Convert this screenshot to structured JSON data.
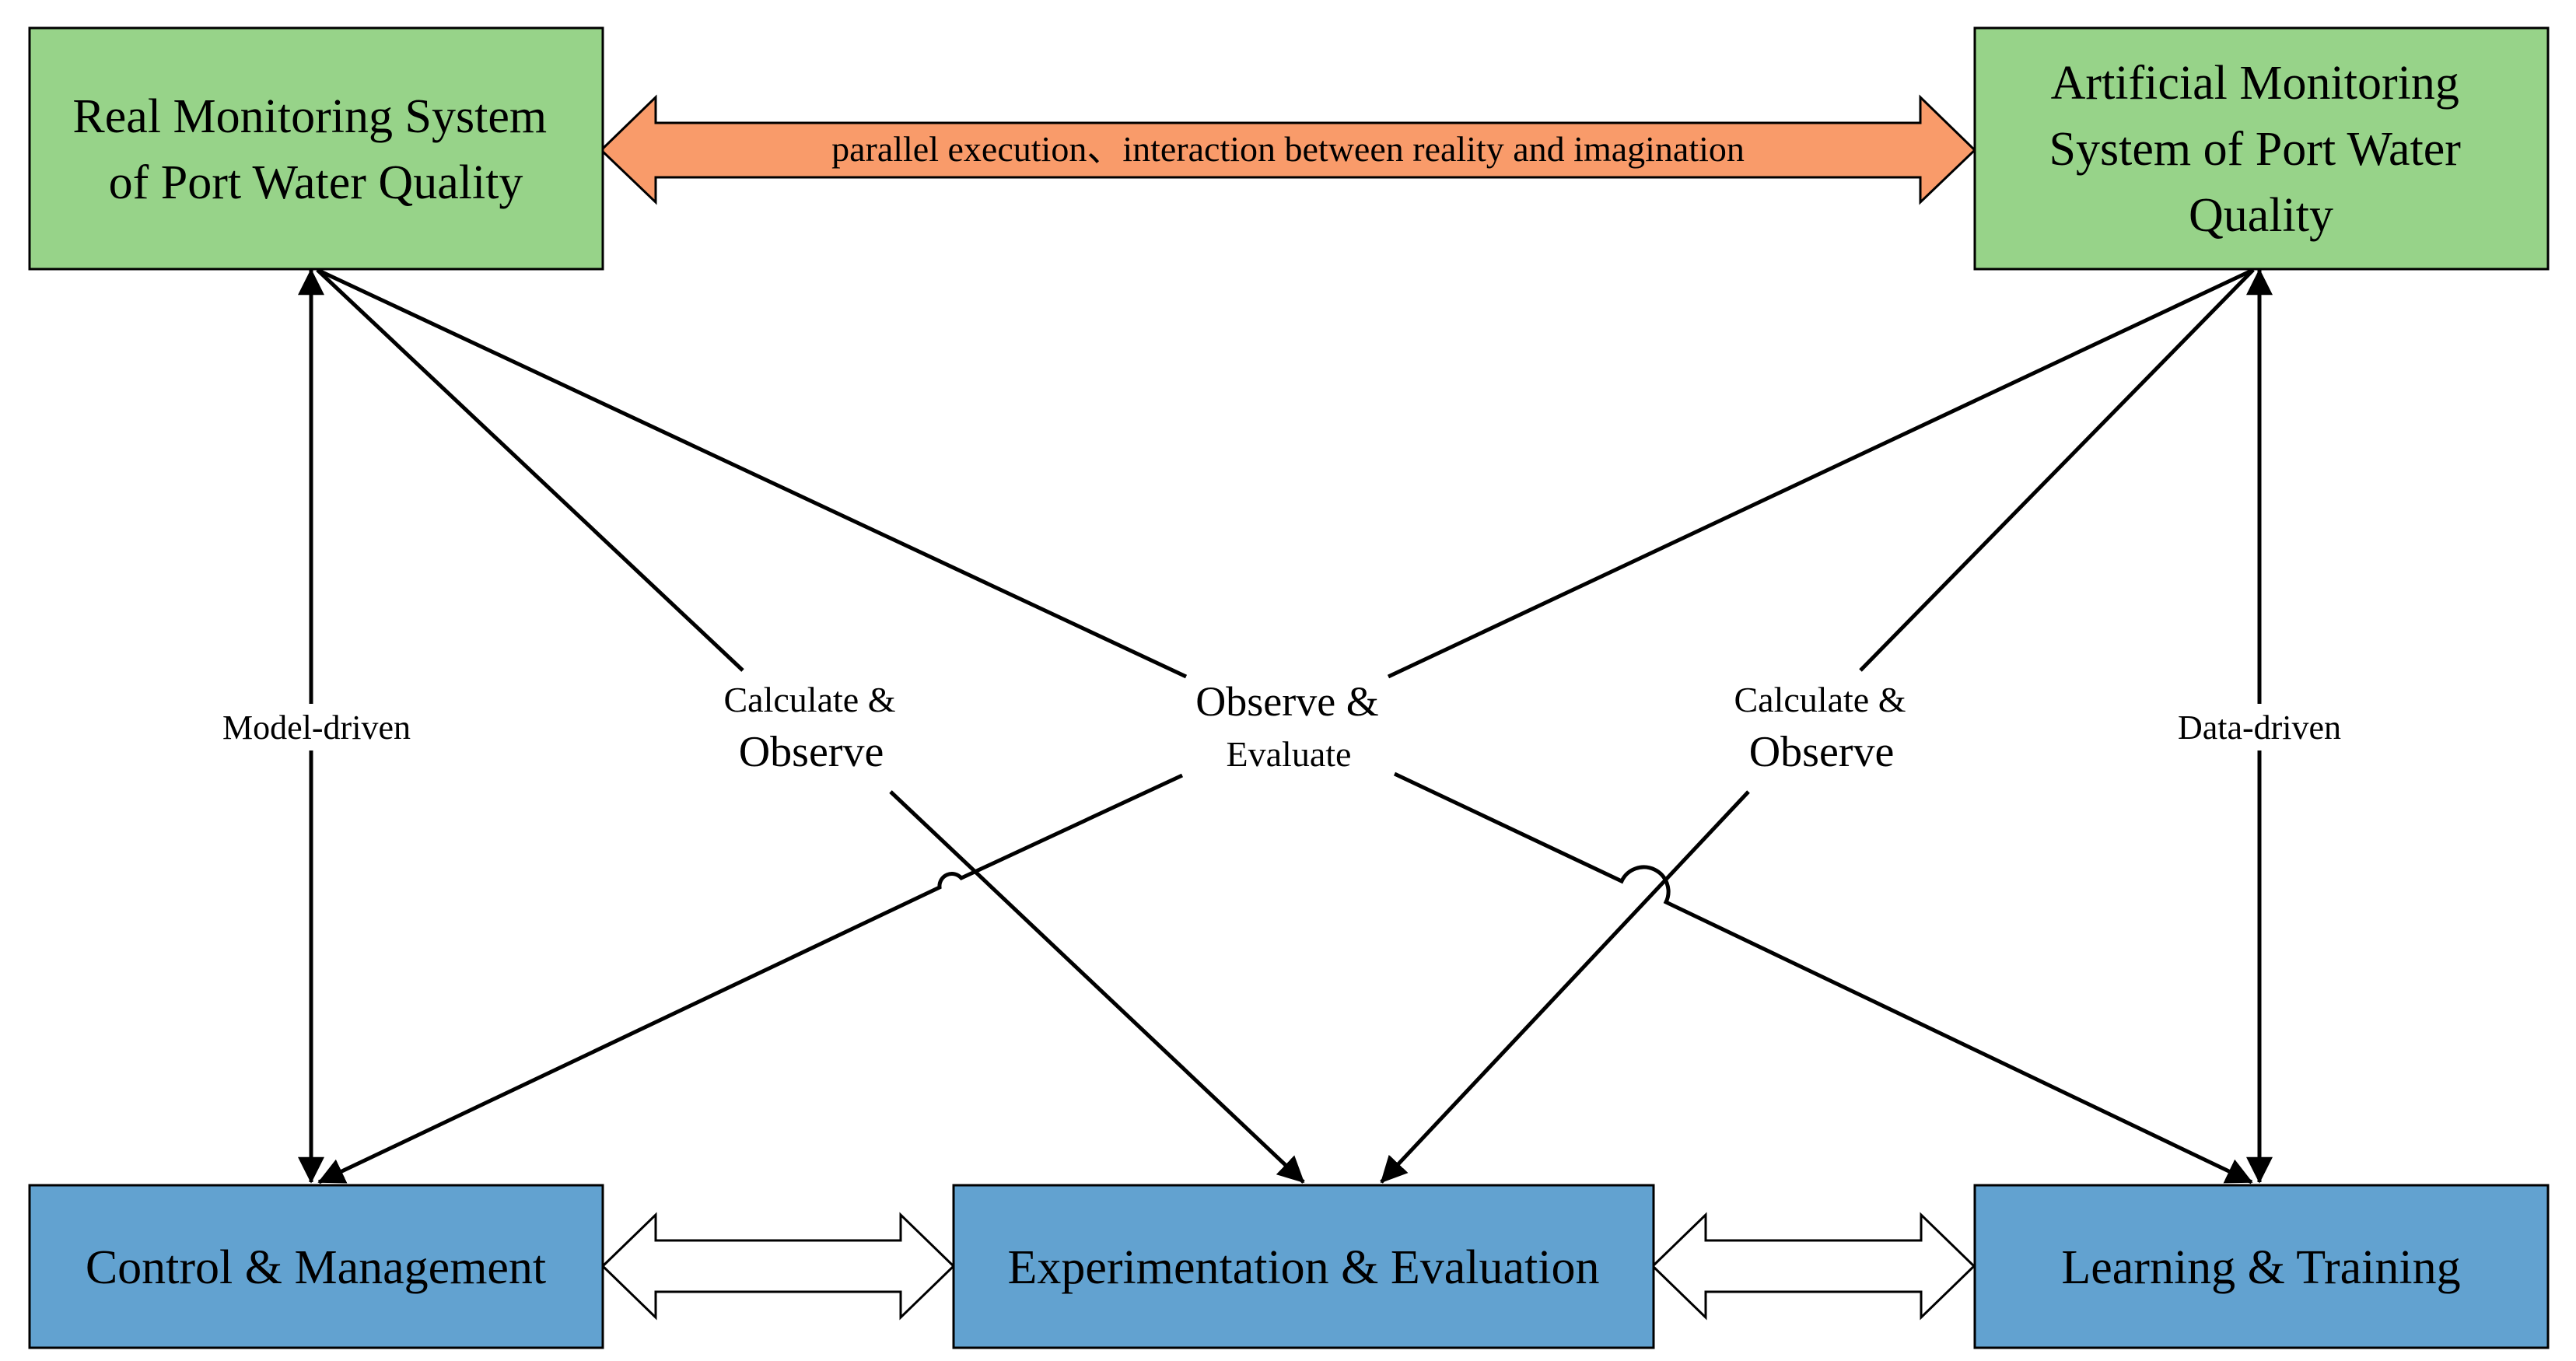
{
  "boxes": {
    "real": {
      "lines": [
        "Real Monitoring System",
        "of  Port Water Quality"
      ],
      "fill": "#97d389"
    },
    "artificial": {
      "lines": [
        "Artificial Monitoring",
        "System of Port Water",
        "Quality"
      ],
      "fill": "#97d389"
    },
    "control": {
      "lines": [
        "Control & Management"
      ],
      "fill": "#62a2d0"
    },
    "experiment": {
      "lines": [
        "Experimentation & Evaluation"
      ],
      "fill": "#62a2d0"
    },
    "learning": {
      "lines": [
        "Learning & Training"
      ],
      "fill": "#62a2d0"
    }
  },
  "top_arrow": {
    "label": "parallel execution、interaction between reality and imagination",
    "fill": "#f99b6a"
  },
  "labels": {
    "model_driven": "Model-driven",
    "data_driven": "Data-driven",
    "calc_left_1": "Calculate &",
    "calc_left_2": "Observe",
    "calc_right_1": "Calculate &",
    "calc_right_2": "Observe",
    "observe_1": "Observe &",
    "observe_2": "Evaluate"
  }
}
